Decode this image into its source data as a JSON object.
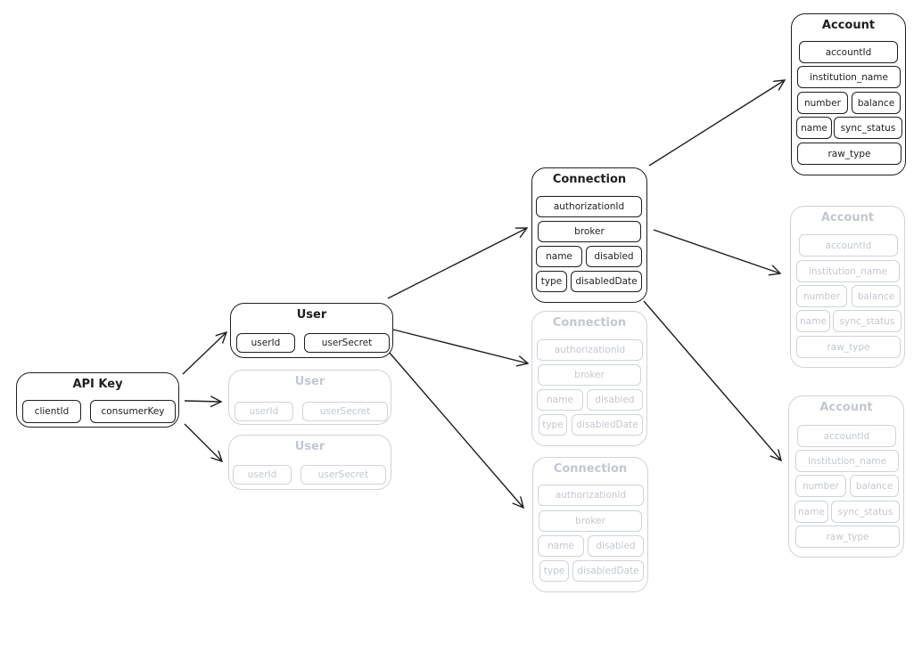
{
  "colors": {
    "active": "#1e1e1e",
    "faded": "#ced4da"
  },
  "labels": {
    "api_key": "API Key",
    "user": "User",
    "connection": "Connection",
    "account": "Account"
  },
  "fields": {
    "api_key": [
      "clientId",
      "consumerKey"
    ],
    "user": [
      "userId",
      "userSecret"
    ],
    "connection": [
      "authorizationId",
      "broker",
      "name",
      "disabled",
      "type",
      "disabledDate"
    ],
    "account": [
      "accountId",
      "institution_name",
      "number",
      "balance",
      "name",
      "sync_status",
      "raw_type"
    ]
  }
}
